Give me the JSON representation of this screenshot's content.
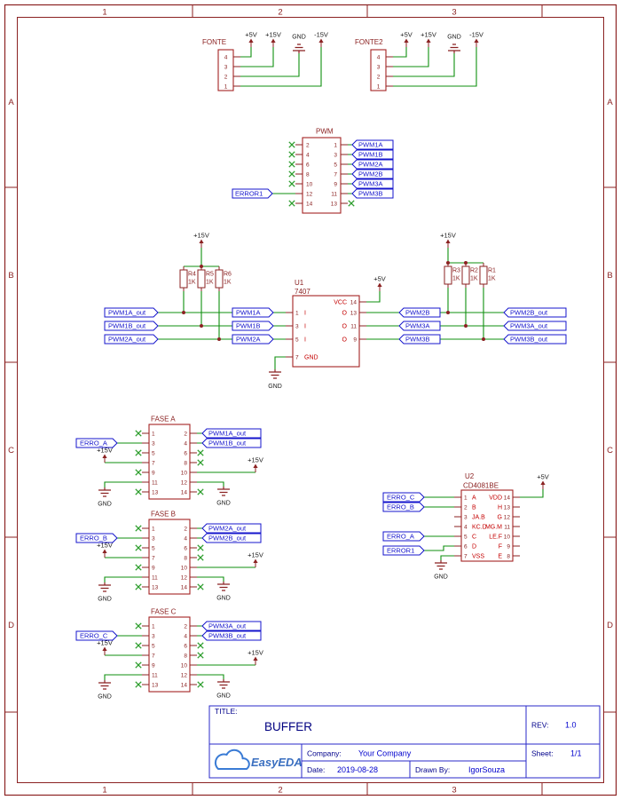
{
  "frame": {
    "cols": [
      "1",
      "2",
      "3"
    ],
    "rows": [
      "A",
      "B",
      "C",
      "D"
    ]
  },
  "power": {
    "p5": "+5V",
    "p15": "+15V",
    "n15": "-15V",
    "gnd": "GND"
  },
  "fonte": {
    "ref": "FONTE",
    "pins": [
      "4",
      "3",
      "2",
      "1"
    ]
  },
  "fonte2": {
    "ref": "FONTE2",
    "pins": [
      "4",
      "3",
      "2",
      "1"
    ]
  },
  "pwm": {
    "ref": "PWM",
    "left_pins": [
      "2",
      "4",
      "6",
      "8",
      "10",
      "12",
      "14"
    ],
    "right_pins": [
      "1",
      "3",
      "5",
      "7",
      "9",
      "11",
      "13"
    ],
    "nets": [
      "PWM1A",
      "PWM1B",
      "PWM2A",
      "PWM2B",
      "PWM3A",
      "PWM3B"
    ],
    "error": "ERROR1"
  },
  "u1": {
    "ref": "U1",
    "value": "7407",
    "pins_left": [
      "1",
      "3",
      "5",
      "7"
    ],
    "names_left": [
      "I",
      "I",
      "I",
      "GND"
    ],
    "pins_right": [
      "14",
      "13",
      "11",
      "9"
    ],
    "names_right": [
      "VCC",
      "O",
      "O",
      "O"
    ],
    "in_nets": [
      "PWM1A",
      "PWM1B",
      "PWM2A"
    ],
    "out_nets": [
      "PWM2B",
      "PWM3A",
      "PWM3B"
    ],
    "in_ports": [
      "PWM1A_out",
      "PWM1B_out",
      "PWM2A_out"
    ],
    "out_ports": [
      "PWM2B_out",
      "PWM3A_out",
      "PWM3B_out"
    ]
  },
  "resistors": [
    {
      "ref": "R4",
      "val": "1K"
    },
    {
      "ref": "R5",
      "val": "1K"
    },
    {
      "ref": "R6",
      "val": "1K"
    },
    {
      "ref": "R3",
      "val": "1K"
    },
    {
      "ref": "R2",
      "val": "1K"
    },
    {
      "ref": "R1",
      "val": "1K"
    }
  ],
  "fase": {
    "pins_left": [
      "1",
      "3",
      "5",
      "7",
      "9",
      "11",
      "13"
    ],
    "pins_right": [
      "2",
      "4",
      "6",
      "8",
      "10",
      "12",
      "14"
    ],
    "blocks": [
      {
        "ref": "FASE A",
        "error": "ERRO_A",
        "ports": [
          "PWM1A_out",
          "PWM1B_out"
        ]
      },
      {
        "ref": "FASE B",
        "error": "ERRO_B",
        "ports": [
          "PWM2A_out",
          "PWM2B_out"
        ]
      },
      {
        "ref": "FASE C",
        "error": "ERRO_C",
        "ports": [
          "PWM3A_out",
          "PWM3B_out"
        ]
      }
    ]
  },
  "u2": {
    "ref": "U2",
    "value": "CD4081BE",
    "pins_left": [
      "1",
      "2",
      "3",
      "4",
      "5",
      "6",
      "7"
    ],
    "names_left": [
      "A",
      "B",
      "JA.B",
      "KC.D",
      "C",
      "D",
      "VSS"
    ],
    "pins_right": [
      "14",
      "13",
      "12",
      "11",
      "10",
      "9",
      "8"
    ],
    "names_right": [
      "VDD",
      "H",
      "G",
      "MG.M",
      "LE.F",
      "F",
      "E"
    ],
    "nets": [
      "ERRO_C",
      "ERRO_B",
      "ERRO_A",
      "ERROR1"
    ]
  },
  "title_block": {
    "title_label": "TITLE:",
    "title": "BUFFER",
    "rev_label": "REV:",
    "rev": "1.0",
    "company_label": "Company:",
    "company": "Your Company",
    "sheet_label": "Sheet:",
    "sheet": "1/1",
    "date_label": "Date:",
    "date": "2019-08-28",
    "drawn_label": "Drawn By:",
    "drawn_by": "IgorSouza",
    "logo": "EasyEDA"
  },
  "colors": {
    "frame": "#8b2222",
    "wire": "#0f8f0f",
    "net_label": "#1414cc",
    "component": "#a42222",
    "pin_name": "#c40000",
    "no_connect": "#2e9e2e",
    "title_lines": "#2a2ac8",
    "title_text": "#00008b",
    "title_values": "#0000cd",
    "logo_blue": "#3a7bd5"
  }
}
